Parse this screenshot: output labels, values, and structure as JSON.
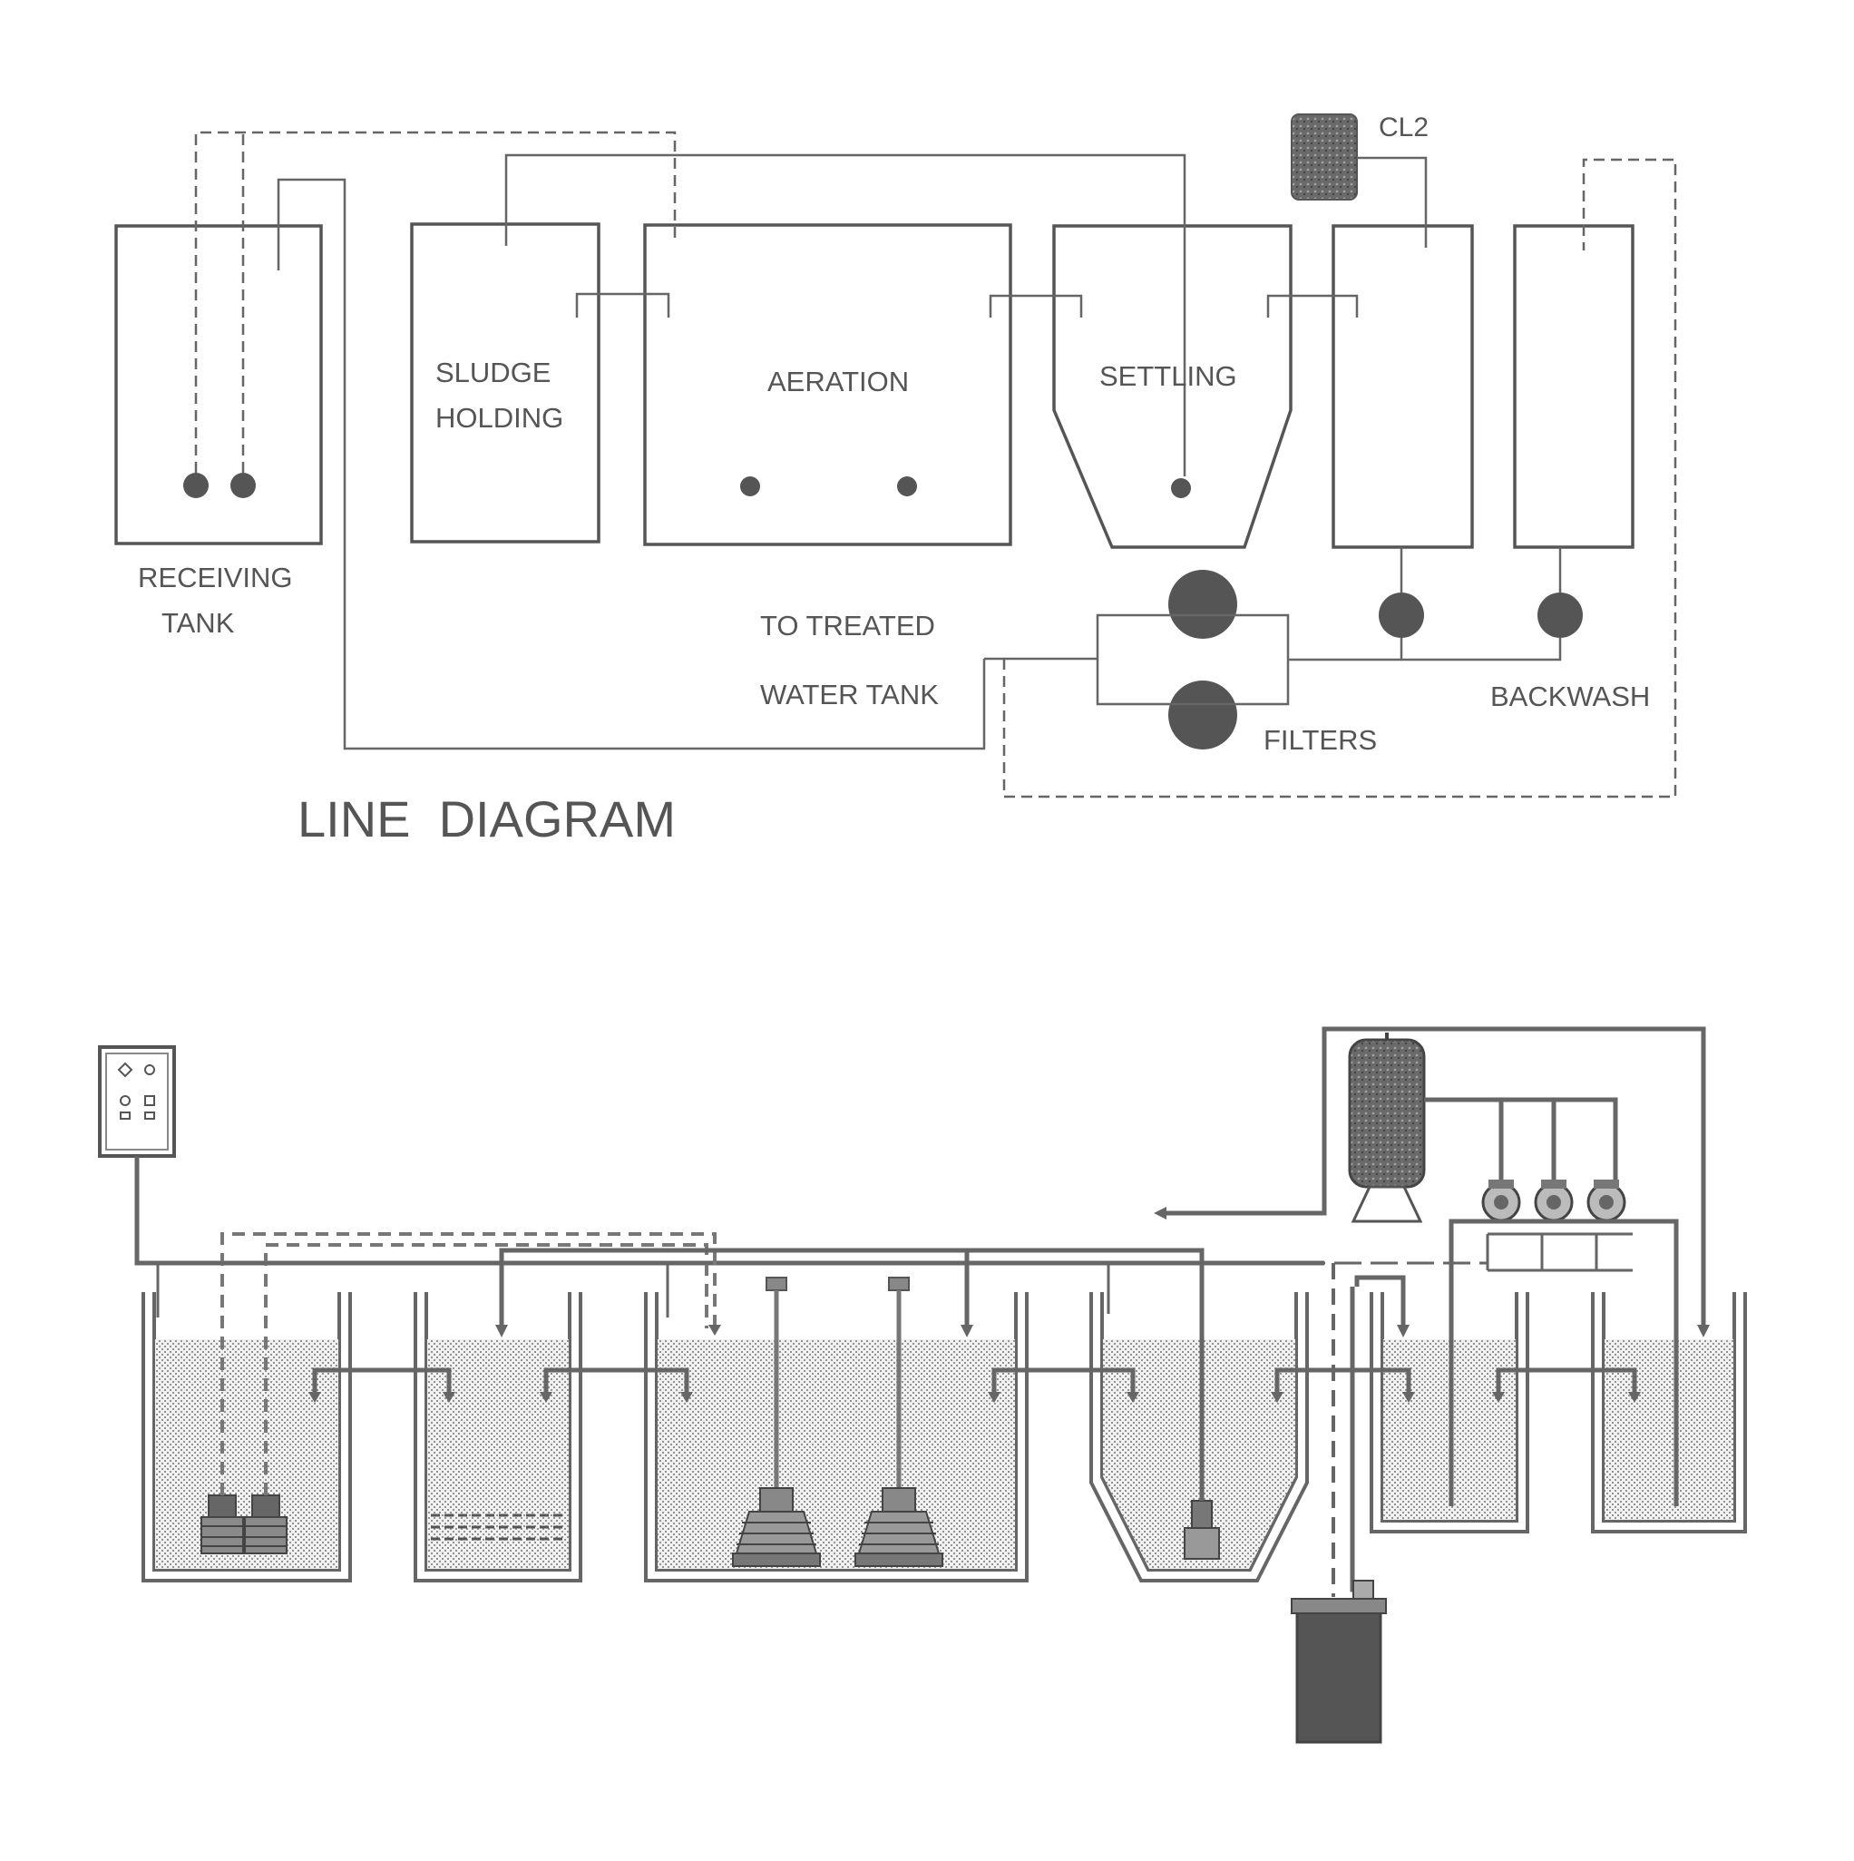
{
  "labels": {
    "receiving_tank_line1": "RECEIVING",
    "receiving_tank_line2": "TANK",
    "sludge_line1": "SLUDGE",
    "sludge_line2": "HOLDING",
    "aeration": "AERATION",
    "settling": "SETTLING",
    "cl2": "CL2",
    "to_treated_line1": "TO TREATED",
    "to_treated_line2": "WATER TANK",
    "filters": "FILTERS",
    "backwash": "BACKWASH",
    "diagram_title": "LINE  DIAGRAM"
  },
  "colors": {
    "line": "#666666",
    "pump": "#555555",
    "water_fill": "#dcdcdc"
  }
}
